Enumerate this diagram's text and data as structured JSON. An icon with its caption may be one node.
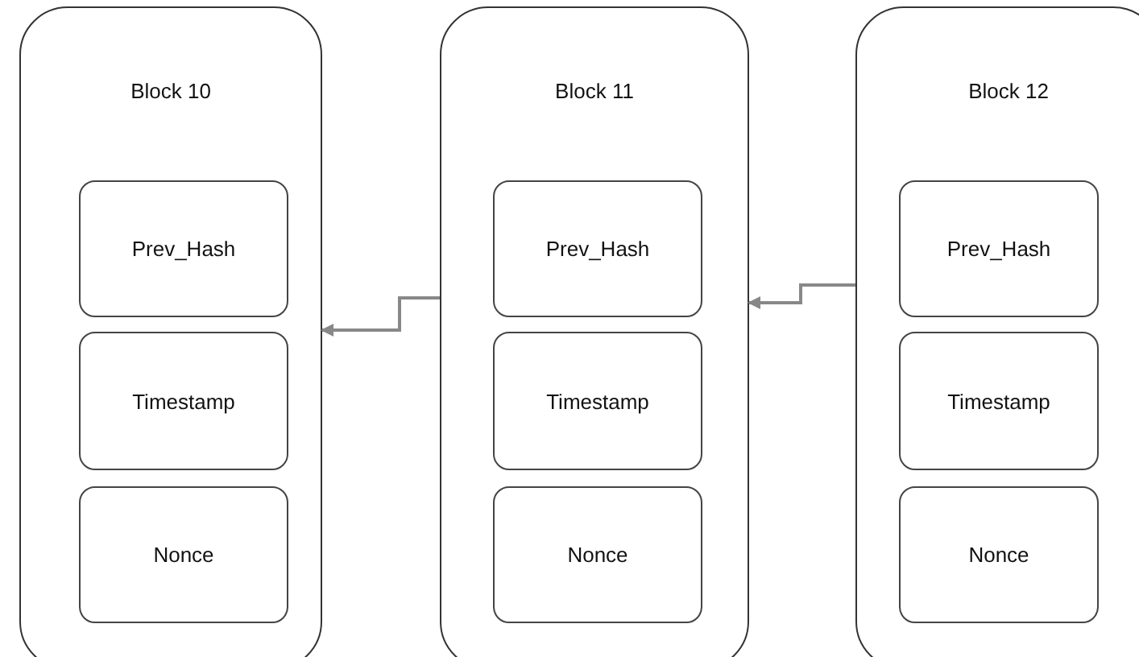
{
  "diagram": {
    "nodes": [
      {
        "text": [
          "Block 10"
        ]
      },
      {
        "text": [
          "Prev_Hash"
        ],
        "in": 0
      },
      {
        "text": [
          "Timestamp"
        ],
        "in": 0
      },
      {
        "text": [
          "Nonce"
        ],
        "in": 0
      },
      {
        "text": [
          "Block 11"
        ]
      },
      {
        "text": [
          "Prev_Hash"
        ],
        "in": 4
      },
      {
        "text": [
          "Timestamp"
        ],
        "in": 4
      },
      {
        "text": [
          "Nonce"
        ],
        "in": 4
      },
      {
        "text": [
          "Block 12"
        ]
      },
      {
        "text": [
          "Prev_Hash"
        ],
        "in": 8
      },
      {
        "text": [
          "Timestamp"
        ],
        "in": 8
      },
      {
        "text": [
          "Nonce"
        ],
        "in": 8
      }
    ],
    "edges": [
      {
        "from": 4,
        "to": 0,
        "arrow": "to"
      },
      {
        "from": 8,
        "to": 4,
        "arrow": "to"
      }
    ]
  }
}
